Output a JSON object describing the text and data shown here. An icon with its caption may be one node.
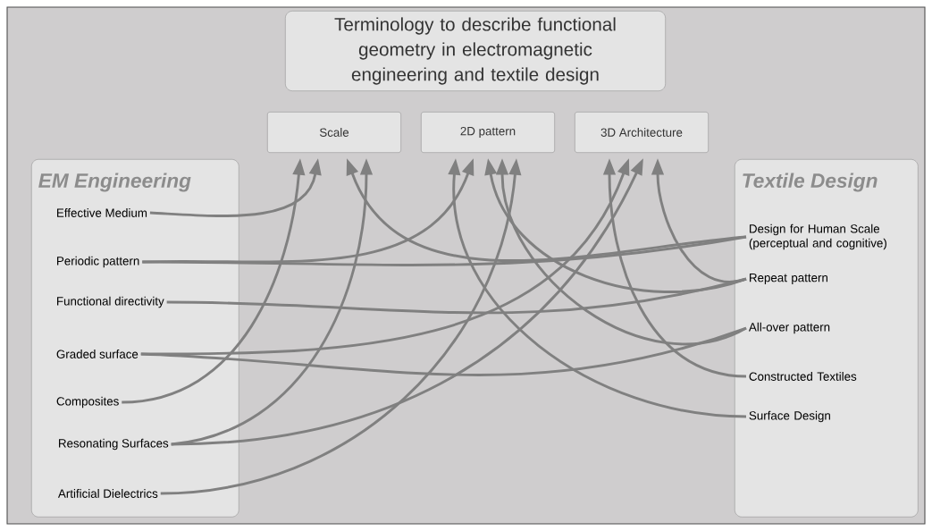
{
  "diagram": {
    "nodes": [
      {
        "text": [
          "Terminology to describe functional geometry in electromagnetic engineering and textile design"
        ]
      },
      {
        "text": [
          "Scale"
        ]
      },
      {
        "text": [
          "2D pattern"
        ]
      },
      {
        "text": [
          "3D Architecture"
        ]
      },
      {
        "text": [
          "EM Engineering"
        ]
      },
      {
        "text": [
          "Effective Medium"
        ],
        "in": 4
      },
      {
        "text": [
          "Periodic pattern"
        ],
        "in": 4
      },
      {
        "text": [
          "Functional directivity"
        ],
        "in": 4
      },
      {
        "text": [
          "Graded surface"
        ],
        "in": 4
      },
      {
        "text": [
          "Composites"
        ],
        "in": 4
      },
      {
        "text": [
          "Resonating Surfaces"
        ],
        "in": 4
      },
      {
        "text": [
          "Artificial Dielectrics"
        ],
        "in": 4
      },
      {
        "text": [
          "Textile Design"
        ]
      },
      {
        "text": [
          "Design for Human Scale (perceptual and cognitive)"
        ],
        "in": 12
      },
      {
        "text": [
          "Repeat pattern"
        ],
        "in": 12
      },
      {
        "text": [
          "All-over pattern"
        ],
        "in": 12
      },
      {
        "text": [
          "Constructed Textiles"
        ],
        "in": 12
      },
      {
        "text": [
          "Surface Design"
        ],
        "in": 12
      }
    ],
    "edges": [
      {
        "from": 5,
        "to": 1,
        "arrow": "to"
      },
      {
        "from": 6,
        "to": 2,
        "arrow": "to"
      },
      {
        "from": 6,
        "to": 13,
        "arrow": "none"
      },
      {
        "from": 7,
        "to": 14,
        "arrow": "none"
      },
      {
        "from": 8,
        "to": 15,
        "arrow": "none"
      },
      {
        "from": 8,
        "to": 3,
        "arrow": "to"
      },
      {
        "from": 9,
        "to": 1,
        "arrow": "to"
      },
      {
        "from": 10,
        "to": 1,
        "arrow": "to"
      },
      {
        "from": 10,
        "to": 3,
        "arrow": "to"
      },
      {
        "from": 11,
        "to": 2,
        "arrow": "to"
      },
      {
        "from": 13,
        "to": 1,
        "arrow": "to"
      },
      {
        "from": 14,
        "to": 3,
        "arrow": "to"
      },
      {
        "from": 14,
        "to": 2,
        "arrow": "to"
      },
      {
        "from": 15,
        "to": 2,
        "arrow": "to"
      },
      {
        "from": 16,
        "to": 3,
        "arrow": "to"
      },
      {
        "from": 17,
        "to": 2,
        "arrow": "to"
      }
    ]
  }
}
